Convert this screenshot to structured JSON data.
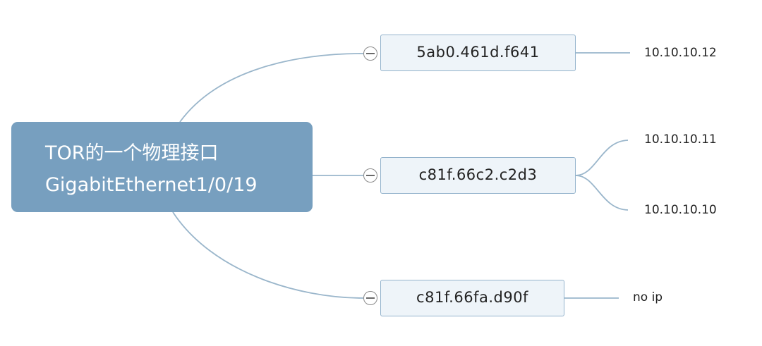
{
  "root": {
    "line1": "TOR的一个物理接口",
    "line2": "GigabitEthernet1/0/19"
  },
  "macs": [
    {
      "mac": "5ab0.461d.f641",
      "ips": [
        "10.10.10.12"
      ]
    },
    {
      "mac": "c81f.66c2.c2d3",
      "ips": [
        "10.10.10.11",
        "10.10.10.10"
      ]
    },
    {
      "mac": "c81f.66fa.d90f",
      "ips": [
        "no ip"
      ]
    }
  ],
  "colors": {
    "root_fill": "#779fbf",
    "node_fill": "#eef4f9",
    "node_border": "#94b3cc",
    "connector": "#9ab6cb"
  }
}
